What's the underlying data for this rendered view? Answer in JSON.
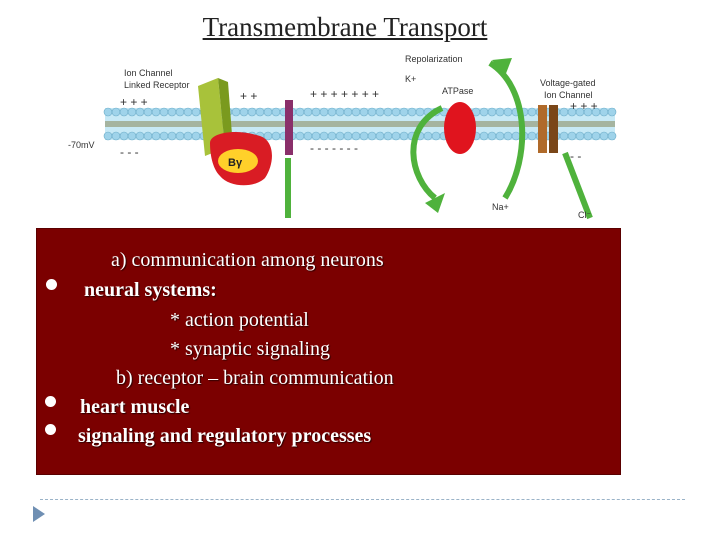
{
  "title": "Transmembrane Transport",
  "diagram": {
    "labels": {
      "ion_channel": "Ion Channel",
      "linked_receptor": "Linked Receptor",
      "repolarization": "Repolarization",
      "k_ion": "K+",
      "atpase": "ATPase",
      "voltage_gated": "Voltage-gated",
      "ion_channel_2": "Ion Channel",
      "membrane_potential": "-70mV",
      "b_gamma": "Bγ",
      "na_ion": "Na+",
      "cl_ion": "Cl⁻"
    },
    "colors": {
      "bilayer": "#9fd3ea",
      "receptor": "#a8c23a",
      "atpase": "#e0141e",
      "arrow": "#4fb23c",
      "channel": "#b06a2a"
    }
  },
  "panel": {
    "line1": "a)  communication among neurons",
    "line2": "neural systems:",
    "line3": "* action potential",
    "line4": "* synaptic signaling",
    "line5": "b)  receptor – brain communication",
    "line6": "heart muscle",
    "line7": "signaling and regulatory processes"
  }
}
